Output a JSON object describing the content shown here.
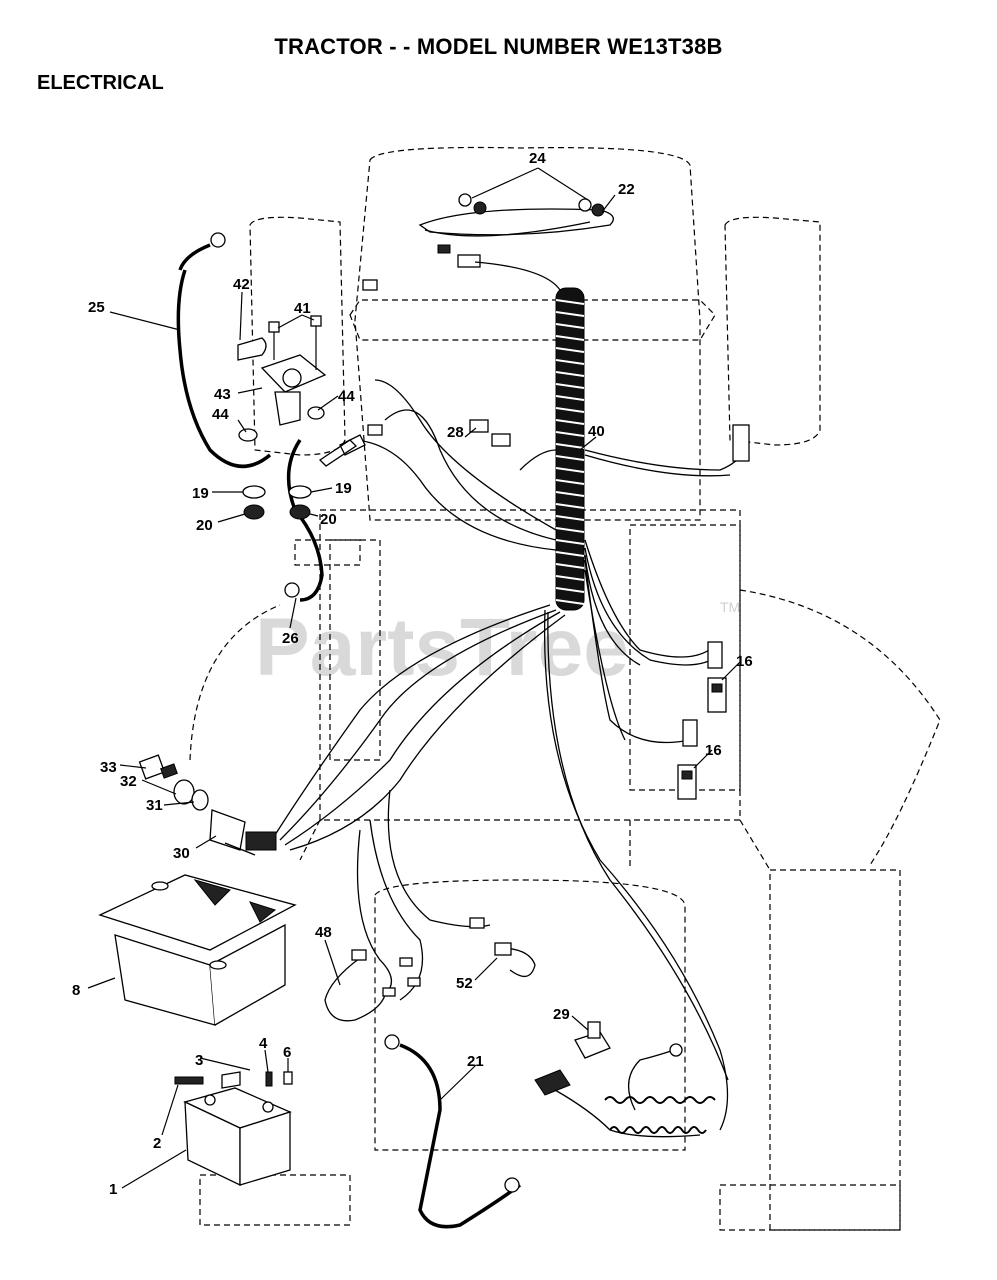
{
  "header": {
    "title": "TRACTOR - - MODEL NUMBER WE13T38B",
    "section": "ELECTRICAL"
  },
  "watermark": {
    "text": "PartsTree",
    "tm": "TM"
  },
  "callouts": [
    "1",
    "2",
    "3",
    "4",
    "6",
    "8",
    "16",
    "16",
    "19",
    "19",
    "20",
    "20",
    "21",
    "22",
    "24",
    "25",
    "26",
    "28",
    "29",
    "30",
    "31",
    "32",
    "33",
    "40",
    "41",
    "42",
    "43",
    "44",
    "44",
    "48",
    "52"
  ],
  "colors": {
    "ink": "#000000",
    "watermark": "#d9d9d9",
    "background": "#ffffff"
  }
}
